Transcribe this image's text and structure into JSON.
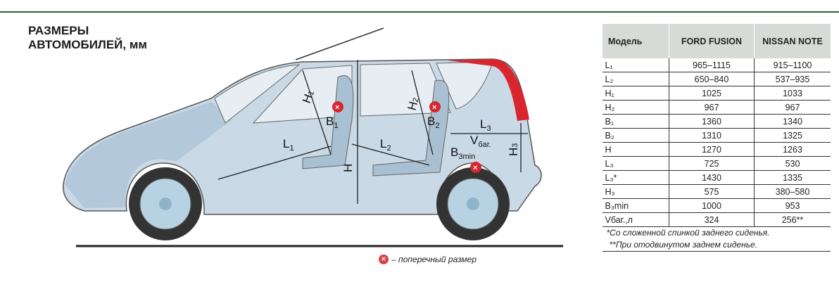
{
  "title_line1": "РАЗМЕРЫ",
  "title_line2": "АВТОМОБИЛЕЙ, мм",
  "diagram_labels": {
    "H1": "H",
    "H1s": "1",
    "H2": "H",
    "H2s": "2",
    "B1": "B",
    "B1s": "1",
    "B2": "B",
    "B2s": "2",
    "L1": "L",
    "L1s": "1",
    "L2": "L",
    "L2s": "2",
    "L3": "L",
    "L3s": "3",
    "H": "H",
    "H3": "H",
    "H3s": "3",
    "B3": "B",
    "B3s": "3min",
    "V": "V",
    "Vs": "бaг."
  },
  "legend": {
    "symbol": "×",
    "text": "– поперечный  размер"
  },
  "table": {
    "headers": [
      "Модель",
      "FORD FUSION",
      "NISSAN NOTE"
    ],
    "rows": [
      [
        "L₁",
        "965–1115",
        "915–1100"
      ],
      [
        "L₂",
        "650–840",
        "537–935"
      ],
      [
        "H₁",
        "1025",
        "1033"
      ],
      [
        "H₂",
        "967",
        "967"
      ],
      [
        "B₁",
        "1360",
        "1340"
      ],
      [
        "B₂",
        "1310",
        "1325"
      ],
      [
        "H",
        "1270",
        "1263"
      ],
      [
        "L₃",
        "725",
        "530"
      ],
      [
        "L₃*",
        "1430",
        "1335"
      ],
      [
        "H₃",
        "575",
        "380–580"
      ],
      [
        "B₃min",
        "1000",
        "953"
      ],
      [
        "Vбаг.,л",
        "324",
        "256**"
      ]
    ],
    "footnote1": "*Со сложенной спинкой заднего сиденья.",
    "footnote2": "**При отодвинутом заднем сиденье."
  },
  "colors": {
    "body": "#c9d9e6",
    "accent": "#d9262e",
    "header": "#d6dbd8"
  }
}
